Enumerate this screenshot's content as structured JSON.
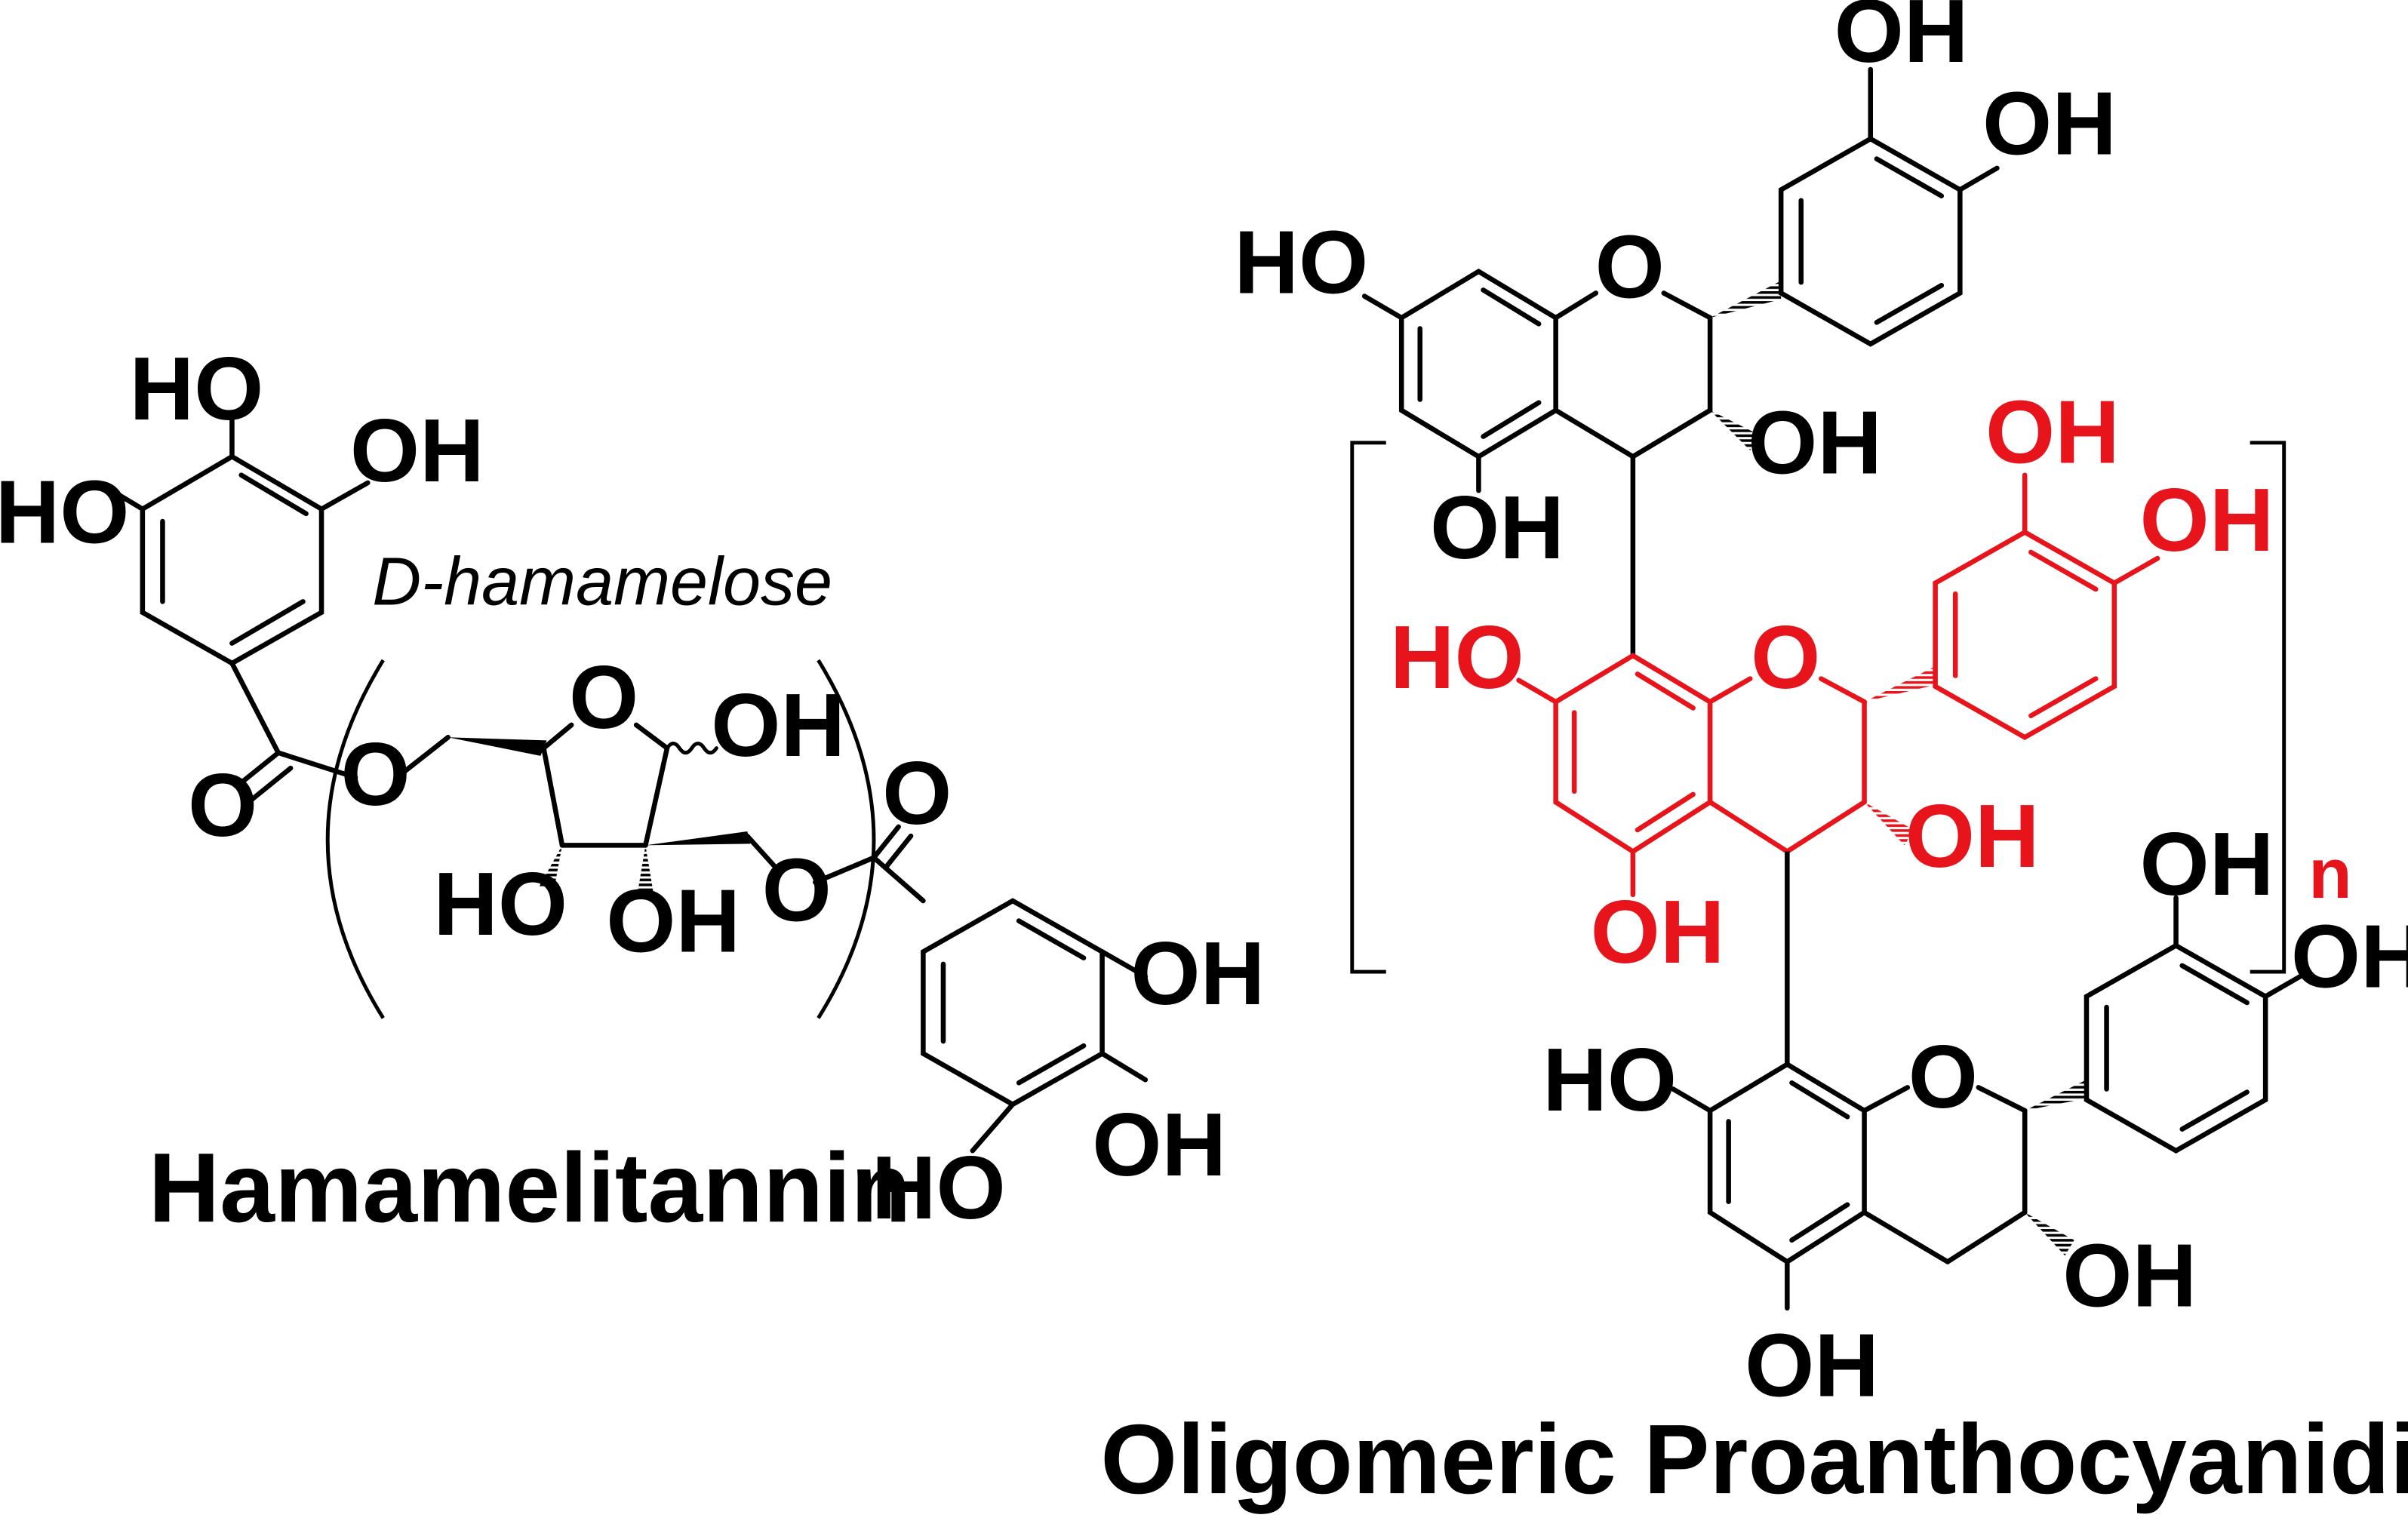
{
  "hamamelitannin": {
    "name": "Hamamelitannin",
    "sugar_label": "D-hamamelose",
    "atoms": {
      "gallA_oh_top": "HO",
      "gallA_oh_right": "OH",
      "gallA_oh_left": "HO",
      "ester1_carbonyl_o": "O",
      "ester1_link_o": "O",
      "ring_o": "O",
      "anomeric_oh": "OH",
      "c3_oh": "HO",
      "c2_oh": "OH",
      "ester2_link_o": "O",
      "ester2_carbonyl_o": "O",
      "gallB_oh_top": "OH",
      "gallB_oh_mid": "OH",
      "gallB_oh_bottom": "HO"
    }
  },
  "proanthocyanidins": {
    "name": "Oligomeric Proanthocyanidins",
    "repeat_index": "n",
    "highlight_color": "#e8141c",
    "top_unit": {
      "catechol_oh_top": "OH",
      "catechol_oh_right": "OH",
      "a_ring_oh_7": "HO",
      "ring_o": "O",
      "c3_oh": "OH",
      "a_ring_oh_5": "OH"
    },
    "middle_unit": {
      "catechol_oh_top": "OH",
      "catechol_oh_right": "OH",
      "a_ring_oh_7": "HO",
      "ring_o": "O",
      "c3_oh": "OH",
      "a_ring_oh_5": "OH"
    },
    "bottom_unit": {
      "catechol_oh_top": "OH",
      "catechol_oh_right": "OH",
      "a_ring_oh_7": "HO",
      "ring_o": "O",
      "c3_oh": "OH",
      "a_ring_oh_5": "OH"
    }
  }
}
